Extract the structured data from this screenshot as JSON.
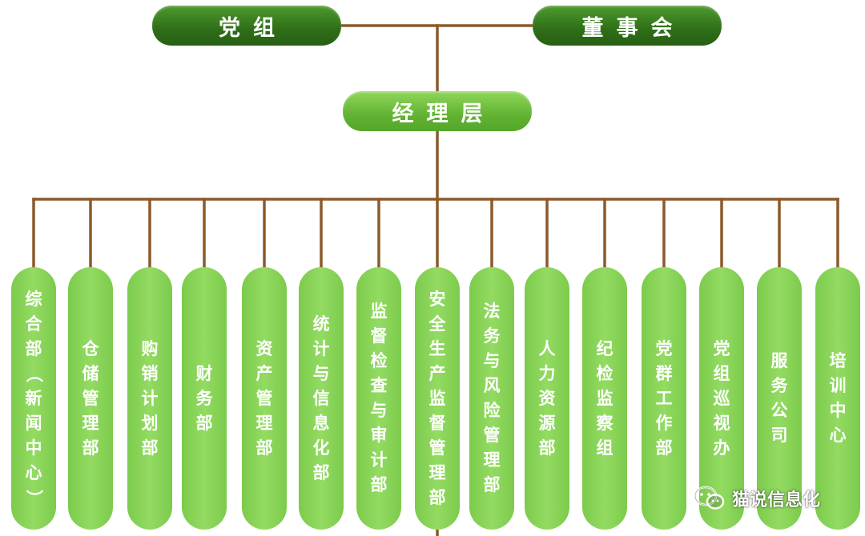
{
  "top": {
    "party": "党组",
    "board": "董事会"
  },
  "management": "经理层",
  "departments": [
    "综合部（新闻中心）",
    "仓储管理部",
    "购销计划部",
    "财务部",
    "资产管理部",
    "统计与信息化部",
    "监督检查与审计部",
    "安全生产监督管理部",
    "法务与风险管理部",
    "人力资源部",
    "纪检监察组",
    "党群工作部",
    "党组巡视办",
    "服务公司",
    "培训中心"
  ],
  "watermark": {
    "text": "猫说信息化",
    "icon": "wechat-icon"
  },
  "colors": {
    "line": "#8b5a2b",
    "top_box": "#2e6e18",
    "management_box": "#62b333",
    "department_box": "#86d257"
  }
}
